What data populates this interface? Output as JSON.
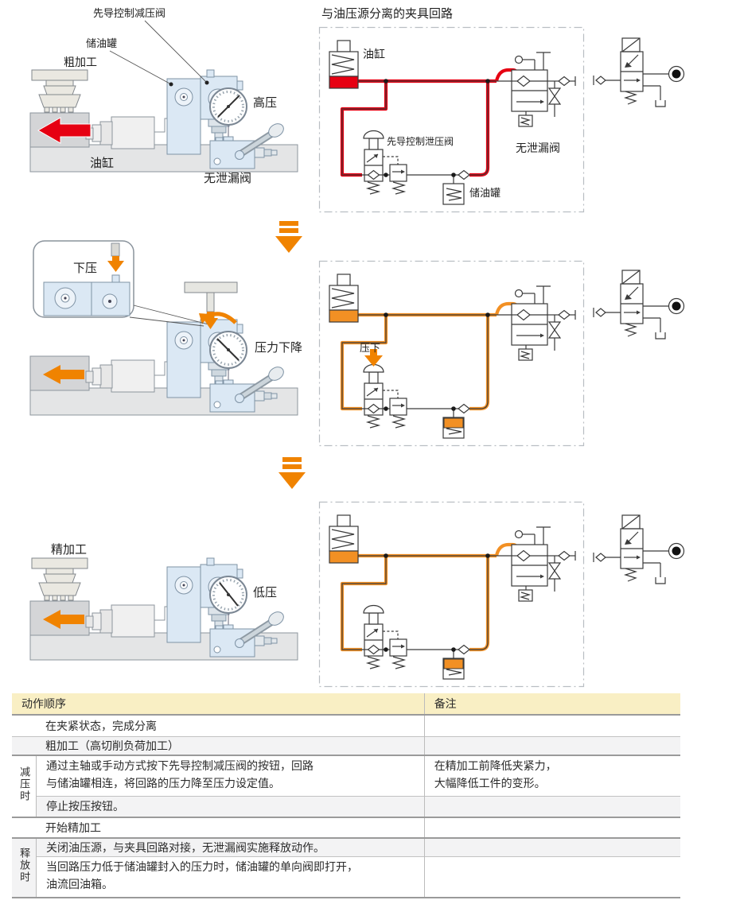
{
  "circuit_section": {
    "title": "与油压源分离的夹具回路"
  },
  "colors": {
    "highlight_red": "#e60012",
    "highlight_orange": "#f29024",
    "arrow_orange": "#f08300",
    "table_header_bg": "#f9efc4"
  },
  "steps": [
    {
      "name": "rough-machining-high-pressure",
      "machine": {
        "pilot_valve": "先导控制减压阀",
        "tank": "储油罐",
        "process": "粗加工",
        "gauge": "高压",
        "cylinder": "油缸",
        "no_leak_valve": "无泄漏阀"
      },
      "circuit": {
        "cylinder": "油缸",
        "relief_valve": "先导控制泄压阀",
        "tank": "储油罐",
        "no_leak_valve": "无泄漏阀"
      }
    },
    {
      "name": "pressure-reduction",
      "machine": {
        "press": "下压",
        "gauge": "压力下降"
      },
      "circuit": {
        "press": "压下"
      }
    },
    {
      "name": "fine-machining-low-pressure",
      "machine": {
        "process": "精加工",
        "gauge": "低压"
      },
      "circuit": {}
    }
  ],
  "table": {
    "headers": {
      "action": "动作顺序",
      "remarks": "备注"
    },
    "rows": [
      {
        "action": "在夹紧状态，完成分离",
        "remark": ""
      },
      {
        "action": "粗加工（高切削负荷加工）",
        "remark": ""
      },
      {
        "group": "减压时",
        "action": "通过主轴或手动方式按下先导控制减压阀的按钮，回路\n与储油罐相连，将回路的压力降至压力设定值。",
        "remark": "在精加工前降低夹紧力，\n大幅降低工件的变形。"
      },
      {
        "action": "停止按压按钮。",
        "remark": ""
      },
      {
        "action": "开始精加工",
        "remark": ""
      },
      {
        "group": "释放时",
        "action": "关闭油压源，与夹具回路对接，无泄漏阀实施释放动作。",
        "remark": ""
      },
      {
        "action": "当回路压力低于储油罐封入的压力时，储油罐的单向阀即打开，\n油流回油箱。",
        "remark": ""
      }
    ]
  }
}
